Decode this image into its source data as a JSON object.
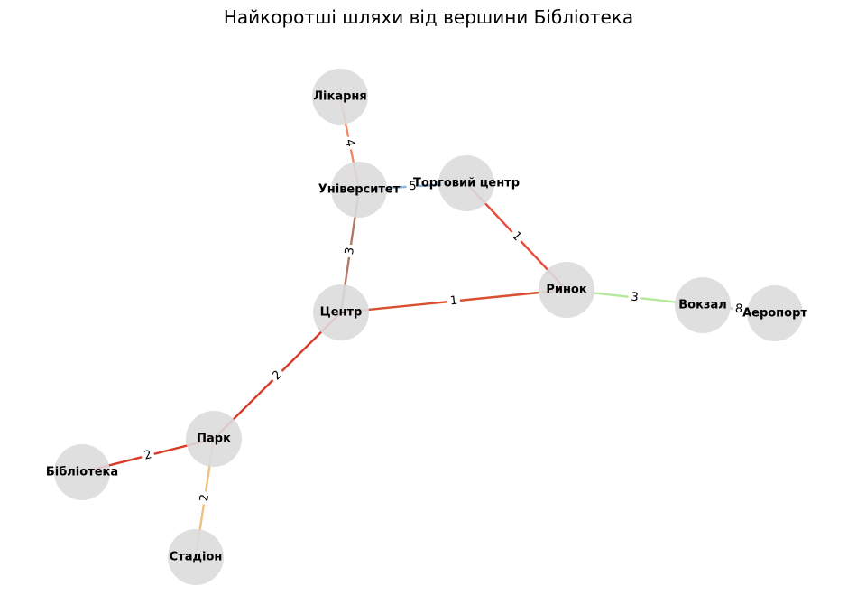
{
  "title": "Найкоротші шляхи від вершини Бібліотека",
  "node_fill": "#dcdcdc",
  "nodes": [
    {
      "id": "hospital",
      "label": "Лікарня"
    },
    {
      "id": "university",
      "label": "Університет"
    },
    {
      "id": "mall",
      "label": "Торговий центр"
    },
    {
      "id": "center",
      "label": "Центр"
    },
    {
      "id": "market",
      "label": "Ринок"
    },
    {
      "id": "station",
      "label": "Вокзал"
    },
    {
      "id": "airport",
      "label": "Аеропорт"
    },
    {
      "id": "park",
      "label": "Парк"
    },
    {
      "id": "library",
      "label": "Бібліотека"
    },
    {
      "id": "stadium",
      "label": "Стадіон"
    }
  ],
  "edges": [
    {
      "from": "hospital",
      "to": "university",
      "weight": "4",
      "color": "#ef8a6a"
    },
    {
      "from": "university",
      "to": "mall",
      "weight": "5",
      "color": "#8fb3d9"
    },
    {
      "from": "university",
      "to": "center",
      "weight": "3",
      "color": "#b07a6a"
    },
    {
      "from": "mall",
      "to": "market",
      "weight": "1",
      "color": "#e84a3c"
    },
    {
      "from": "center",
      "to": "market",
      "weight": "1",
      "color": "#d94f30"
    },
    {
      "from": "market",
      "to": "station",
      "weight": "3",
      "color": "#b4e89a"
    },
    {
      "from": "station",
      "to": "airport",
      "weight": "8",
      "color": "#cfcfcf"
    },
    {
      "from": "center",
      "to": "park",
      "weight": "2",
      "color": "#d93a26"
    },
    {
      "from": "park",
      "to": "library",
      "weight": "2",
      "color": "#d93a26"
    },
    {
      "from": "park",
      "to": "stadium",
      "weight": "2",
      "color": "#f0c080"
    }
  ]
}
